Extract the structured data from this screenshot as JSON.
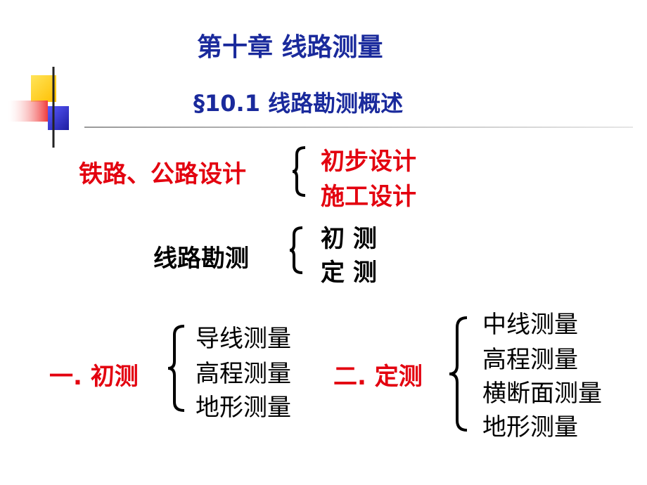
{
  "title": "第十章  线路测量",
  "subtitle": "§10.1  线路勘测概述",
  "section_design": {
    "label": "铁路、公路设计",
    "items": [
      "初步设计",
      "施工设计"
    ]
  },
  "section_survey": {
    "label": "线路勘测",
    "items": [
      "初  测",
      "定  测"
    ]
  },
  "section_initial": {
    "label": "一. 初测",
    "items": [
      "导线测量",
      "高程测量",
      "地形测量"
    ]
  },
  "section_final": {
    "label": "二. 定测",
    "items": [
      "中线测量",
      "高程测量",
      "横断面测量",
      "地形测量"
    ]
  },
  "colors": {
    "title": "#1a2a9c",
    "accent_red": "#e3000f",
    "deco_yellow": "#ffd21a",
    "deco_red": "#f03c3c",
    "deco_blue": "#3232c8"
  }
}
